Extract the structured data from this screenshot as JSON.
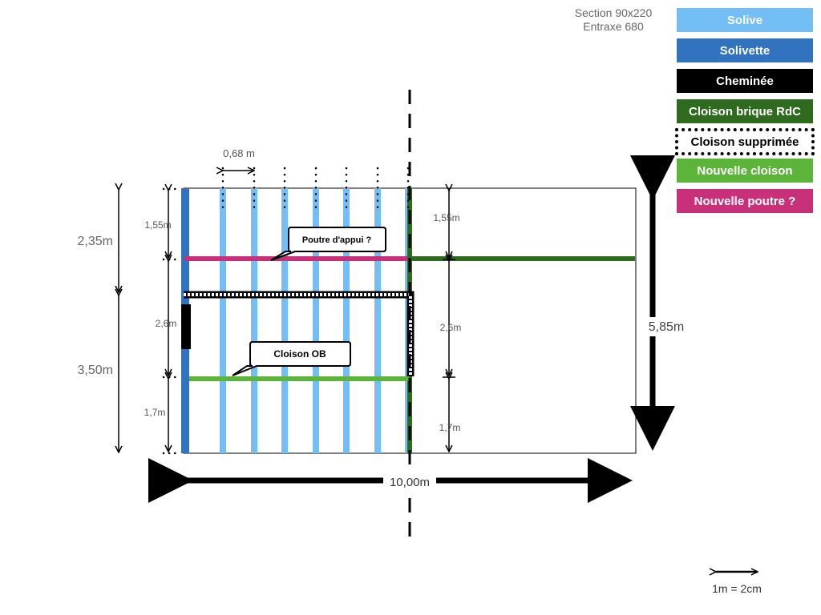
{
  "info": {
    "section": "Section 90x220",
    "entraxe": "Entraxe 680"
  },
  "legend": [
    {
      "key": "solive",
      "label": "Solive",
      "color": "#73bff5"
    },
    {
      "key": "solivette",
      "label": "Solivette",
      "color": "#3273bf"
    },
    {
      "key": "cheminee",
      "label": "Cheminée",
      "color": "#000000"
    },
    {
      "key": "cloison_brique",
      "label": "Cloison brique RdC",
      "color": "#2f6b1f"
    },
    {
      "key": "cloison_supprimee",
      "label": "Cloison supprimée",
      "color": "#ffffff"
    },
    {
      "key": "nouvelle_cloison",
      "label": "Nouvelle cloison",
      "color": "#5cb43a"
    },
    {
      "key": "nouvelle_poutre",
      "label": "Nouvelle poutre ?",
      "color": "#c8307a"
    }
  ],
  "dimensions": {
    "spacing": "0,68 m",
    "left_top": "2,35m",
    "left_bottom": "3,50m",
    "inner_left_top": "1,55m",
    "inner_left_mid": "2,6m",
    "inner_left_bottom": "1,7m",
    "inner_right_top": "1,55m",
    "inner_right_mid": "2,6m",
    "inner_right_bottom": "1,7m",
    "width": "10,00m",
    "height": "5,85m"
  },
  "callouts": {
    "poutre": "Poutre d'appui ?",
    "cloison": "Cloison OB"
  },
  "scale": "1m = 2cm"
}
